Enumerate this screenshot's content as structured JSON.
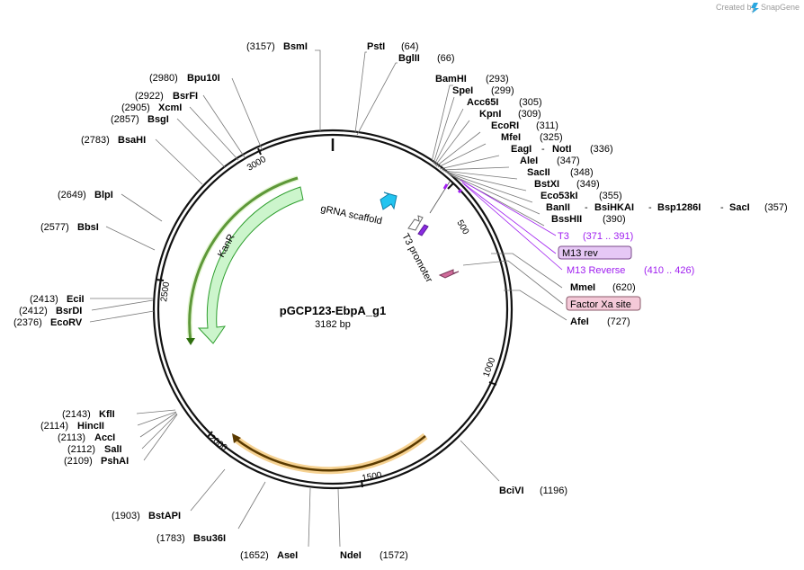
{
  "credit": {
    "text": "Created by",
    "brand": "SnapGene"
  },
  "plasmid": {
    "name": "pGCP123-EbpA_g1",
    "size": "3182 bp"
  },
  "ticks": [
    "500",
    "1000",
    "1500",
    "2000",
    "2500",
    "3000"
  ],
  "features": {
    "kanr": "KanR",
    "grna": "gRNA scaffold",
    "t3_promoter": "T3 promoter"
  },
  "labels_right": [
    {
      "name": "PstI",
      "pos": "(64)"
    },
    {
      "name": "BglII",
      "pos": "(66)"
    },
    {
      "name": "BamHI",
      "pos": "(293)"
    },
    {
      "name": "SpeI",
      "pos": "(299)"
    },
    {
      "name": "Acc65I",
      "pos": "(305)"
    },
    {
      "name": "KpnI",
      "pos": "(309)"
    },
    {
      "name": "EcoRI",
      "pos": "(311)"
    },
    {
      "name": "MfeI",
      "pos": "(325)"
    },
    {
      "name": "EagI",
      "name2": "NotI",
      "pos": "(336)"
    },
    {
      "name": "AleI",
      "pos": "(347)"
    },
    {
      "name": "SacII",
      "pos": "(348)"
    },
    {
      "name": "BstXI",
      "pos": "(349)"
    },
    {
      "name": "Eco53kI",
      "pos": "(355)"
    },
    {
      "name": "BanII",
      "name2": "BsiHKAI",
      "name3": "Bsp1286I",
      "name4": "SacI",
      "pos": "(357)"
    },
    {
      "name": "BssHII",
      "pos": "(390)"
    },
    {
      "name": "MmeI",
      "pos": "(620)"
    },
    {
      "name": "AfeI",
      "pos": "(727)"
    },
    {
      "name": "BciVI",
      "pos": "(1196)"
    },
    {
      "name": "NdeI",
      "pos": "(1572)"
    }
  ],
  "labels_left": [
    {
      "name": "BsmI",
      "pos": "(3157)"
    },
    {
      "name": "Bpu10I",
      "pos": "(2980)"
    },
    {
      "name": "BsrFI",
      "pos": "(2922)"
    },
    {
      "name": "XcmI",
      "pos": "(2905)"
    },
    {
      "name": "BsgI",
      "pos": "(2857)"
    },
    {
      "name": "BsaHI",
      "pos": "(2783)"
    },
    {
      "name": "BlpI",
      "pos": "(2649)"
    },
    {
      "name": "BbsI",
      "pos": "(2577)"
    },
    {
      "name": "EciI",
      "pos": "(2413)"
    },
    {
      "name": "BsrDI",
      "pos": "(2412)"
    },
    {
      "name": "EcoRV",
      "pos": "(2376)"
    },
    {
      "name": "KflI",
      "pos": "(2143)"
    },
    {
      "name": "HincII",
      "pos": "(2114)"
    },
    {
      "name": "AccI",
      "pos": "(2113)"
    },
    {
      "name": "SalI",
      "pos": "(2112)"
    },
    {
      "name": "PshAI",
      "pos": "(2109)"
    },
    {
      "name": "BstAPI",
      "pos": "(1903)"
    },
    {
      "name": "Bsu36I",
      "pos": "(1783)"
    },
    {
      "name": "AseI",
      "pos": "(1652)"
    }
  ],
  "primers": {
    "t3": {
      "name": "T3",
      "range": "(371 .. 391)"
    },
    "m13rev_box": "M13 rev",
    "m13reverse": {
      "name": "M13 Reverse",
      "range": "(410 .. 426)"
    },
    "factorxa": "Factor Xa site"
  },
  "colors": {
    "backbone": "#111111",
    "kanr_fill": "#ccf5cc",
    "kanr_stroke": "#2e9e2e",
    "orange_arc": "#f0b44a",
    "purple": "#a020f0",
    "cyan": "#22c4f0",
    "box_fill": "#f4c9d8",
    "m13_box_fill": "#e6c8f5"
  }
}
